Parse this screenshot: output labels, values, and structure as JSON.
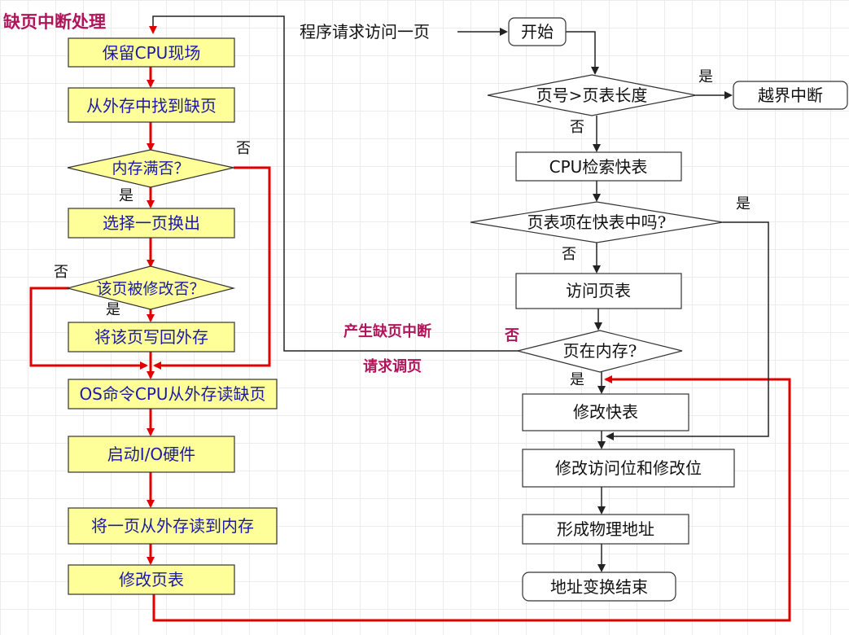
{
  "left_flow": {
    "title": "缺页中断处理",
    "save_cpu": "保留CPU现场",
    "find_page": "从外存中找到缺页",
    "memory_full": "内存满否？",
    "select_page": "选择一页换出",
    "page_modified": "该页被修改否？",
    "write_back": "将该页写回外存",
    "os_command": "OS命令CPU从外存读缺页",
    "start_io": "启动I/O硬件",
    "read_page": "将一页从外存读到内存",
    "update_table": "修改页表",
    "no_label_1": "否",
    "yes_label_1": "是",
    "no_label_2": "否",
    "yes_label_2": "是"
  },
  "right_flow": {
    "request": "程序请求访问一页",
    "start": "开始",
    "check_length": "页号>页表长度",
    "out_of_bounds": "越界中断",
    "search_tlb": "CPU检索快表",
    "in_tlb": "页表项在快表中吗?",
    "access_table": "访问页表",
    "in_memory": "页在内存?",
    "update_tlb": "修改快表",
    "update_bits": "修改访问位和修改位",
    "physical_addr": "形成物理地址",
    "end": "地址变换结束",
    "yes_1": "是",
    "no_1": "否",
    "yes_2": "是",
    "no_2": "否",
    "no_3": "否",
    "yes_3": "是"
  },
  "annotations": {
    "page_fault": "产生缺页中断",
    "request_page": "请求调页"
  },
  "colors": {
    "box_fill": "#ffff99",
    "red_line": "#e00000",
    "dark_line": "#222222",
    "title_color": "#b0145a",
    "blue_text": "#1a1aa6"
  }
}
